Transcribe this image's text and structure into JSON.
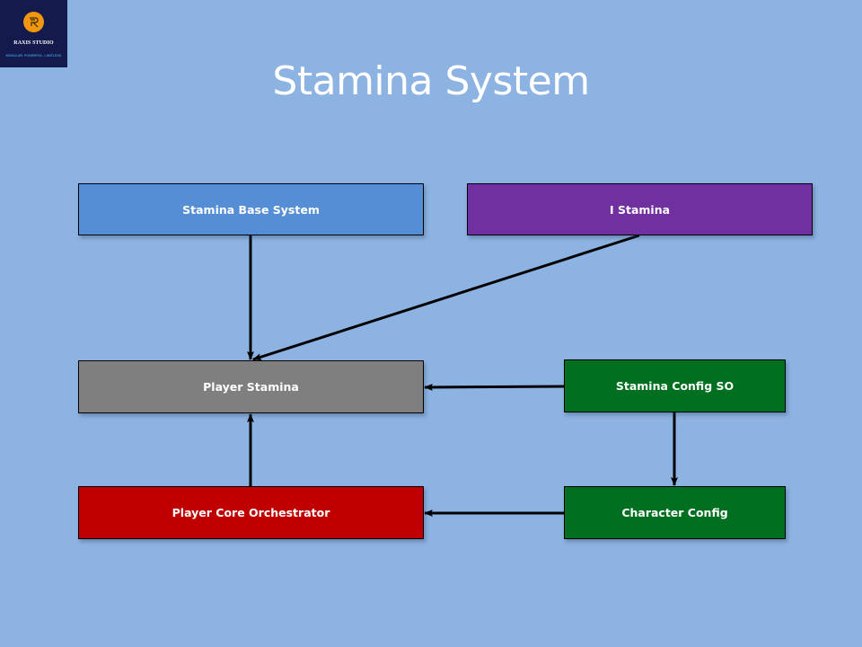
{
  "logo": {
    "name": "RAXIS STUDIO",
    "tagline": "MODULAR. POWERFUL. LIMITLESS",
    "icon": "raxis-logo-icon"
  },
  "title": "Stamina System",
  "colors": {
    "background": "#8db3e2",
    "stamina_base_system": "#558ed5",
    "i_stamina": "#7030a0",
    "player_stamina": "#7f7f7f",
    "stamina_config_so": "#006f1f",
    "character_config": "#006f1f",
    "player_core_orchestrator": "#c00000"
  },
  "nodes": [
    {
      "id": "stamina_base_system",
      "label": "Stamina Base System",
      "color": "#558ed5"
    },
    {
      "id": "i_stamina",
      "label": "I Stamina",
      "color": "#7030a0"
    },
    {
      "id": "player_stamina",
      "label": "Player Stamina",
      "color": "#7f7f7f"
    },
    {
      "id": "stamina_config_so",
      "label": "Stamina Config SO",
      "color": "#006f1f"
    },
    {
      "id": "player_core_orchestrator",
      "label": "Player Core Orchestrator",
      "color": "#c00000"
    },
    {
      "id": "character_config",
      "label": "Character Config",
      "color": "#006f1f"
    }
  ],
  "edges": [
    {
      "from": "stamina_base_system",
      "to": "player_stamina"
    },
    {
      "from": "i_stamina",
      "to": "player_stamina"
    },
    {
      "from": "stamina_config_so",
      "to": "player_stamina"
    },
    {
      "from": "stamina_config_so",
      "to": "character_config"
    },
    {
      "from": "player_core_orchestrator",
      "to": "player_stamina"
    },
    {
      "from": "character_config",
      "to": "player_core_orchestrator"
    }
  ]
}
